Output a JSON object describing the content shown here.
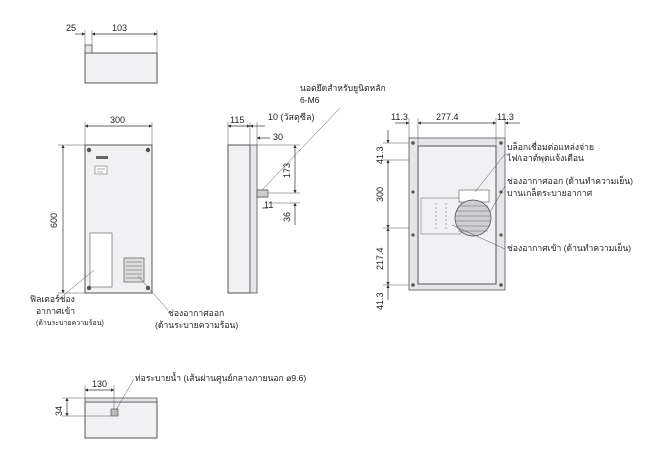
{
  "top_view": {
    "dim_left": "25",
    "dim_width": "103"
  },
  "front_view": {
    "dim_width": "300",
    "dim_height": "600",
    "label_intake_filter_1": "ฟิลเตอร์ช่อง",
    "label_intake_filter_2": "อากาศเข้า",
    "label_intake_filter_3": "(ด้านระบายความร้อน)",
    "label_exhaust_1": "ช่องอากาศออก",
    "label_exhaust_2": "(ด้านระบายความร้อน)"
  },
  "side_view": {
    "dim_depth": "115",
    "dim_seal": "10 (วัสดุซีล)",
    "dim_30": "30",
    "dim_173": "173",
    "dim_11": "11",
    "dim_36": "36",
    "label_bolt_1": "นอตยึดสำหรับยูนิตหลัก",
    "label_bolt_2": "6-M6"
  },
  "rear_view": {
    "dim_left": "11.3",
    "dim_mid": "277.4",
    "dim_right": "11.3",
    "dim_413_top": "41.3",
    "dim_300": "300",
    "dim_2174": "217.4",
    "dim_413_bot": "41.3",
    "label_terminal_1": "บล็อกเชื่อมต่อแหล่งจ่าย",
    "label_terminal_2": "ไฟ/เอาต์พุตแจ้งเตือน",
    "label_cold_exhaust_1": "ช่องอากาศออก (ด้านทำความเย็น)",
    "label_cold_exhaust_2": "บานเกล็ดระบายอากาศ",
    "label_cold_intake": "ช่องอากาศเข้า (ด้านทำความเย็น)"
  },
  "bottom_view": {
    "dim_130": "130",
    "dim_34": "34",
    "label_drain": "ท่อระบายน้ำ (เส้นผ่านศูนย์กลางภายนอก ø9.6)"
  }
}
